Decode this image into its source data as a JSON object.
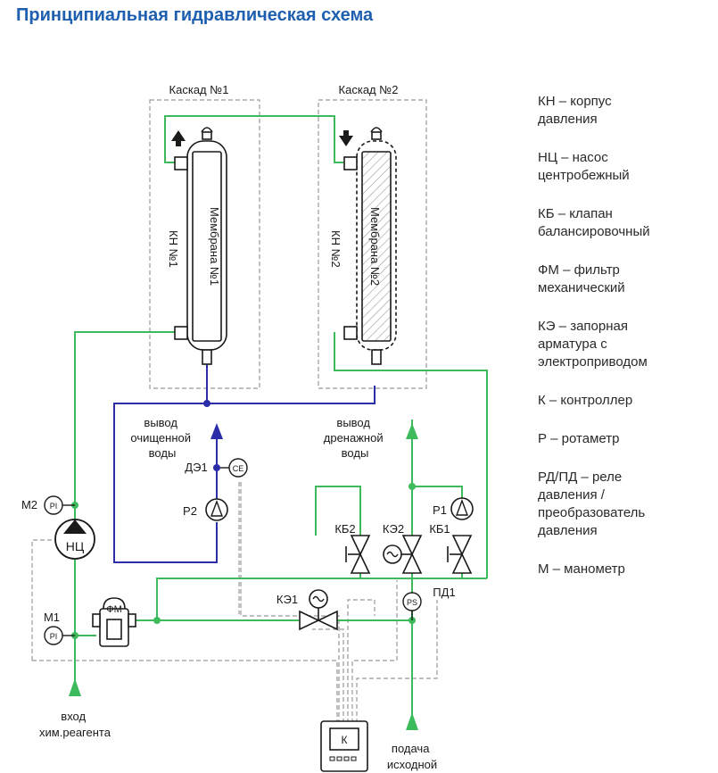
{
  "title": "Принципиальная гидравлическая схема",
  "colors": {
    "title": "#1f5fb0",
    "green_line": "#3dbb5c",
    "blue_line": "#2b2ea8",
    "dashed_box": "#999999",
    "component": "#1a1a1a"
  },
  "labels": {
    "cascade1": "Каскад №1",
    "cascade2": "Каскад №2",
    "membrane1": "Мембрана №1",
    "membrane2": "Мембрана №2",
    "kn1": "КН №1",
    "kn2": "КН №2",
    "out_clean": [
      "вывод",
      "очищенной",
      "воды"
    ],
    "out_drain": [
      "вывод",
      "дренажной",
      "воды"
    ],
    "de1": "ДЭ1",
    "ce": "CE",
    "p2": "Р2",
    "p1": "Р1",
    "m2": "М2",
    "m1": "М1",
    "pi": "PI",
    "nc": "НЦ",
    "fm": "ФМ",
    "ke1": "КЭ1",
    "ke2": "КЭ2",
    "kb1": "КБ1",
    "kb2": "КБ2",
    "pd1": "ПД1",
    "ps": "PS",
    "controller": "К",
    "in_reagent": [
      "вход",
      "хим.реагента"
    ],
    "in_water": [
      "подача",
      "исходной"
    ]
  },
  "legend": [
    "КН – корпус\nдавления",
    "НЦ – насос\nцентробежный",
    "КБ – клапан\nбалансировочный",
    "ФМ – фильтр\nмеханический",
    "КЭ – запорная\nарматура с\nэлектроприводом",
    "К – контроллер",
    "Р – ротаметр",
    "РД/ПД – реле\nдавления /\nпреобразователь\nдавления",
    "М – манометр"
  ]
}
